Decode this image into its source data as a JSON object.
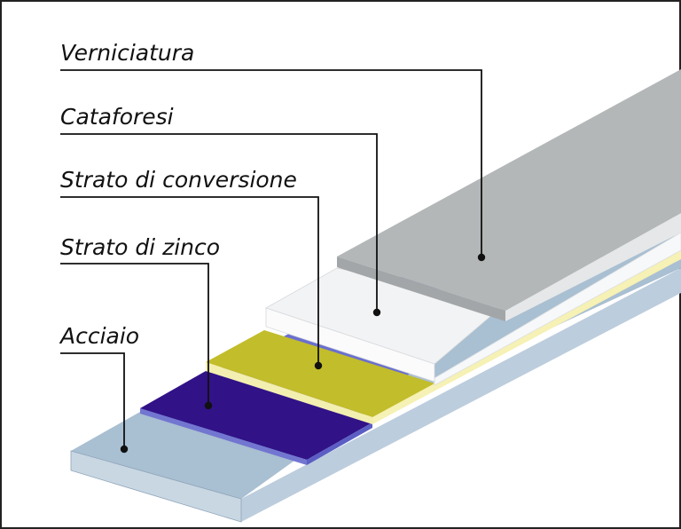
{
  "labels": {
    "paint": "Verniciatura",
    "cataphoresis": "Cataforesi",
    "conversion": "Strato di conversione",
    "zinc": "Strato di zinco",
    "steel": "Acciaio"
  },
  "colors": {
    "paint": "#b4b7b8",
    "cataphoresis": "#f2f3f4",
    "conversion": "#c2bd2a",
    "zinc": "#311287",
    "steel": "#a9bfd2",
    "leader": "#111111"
  }
}
